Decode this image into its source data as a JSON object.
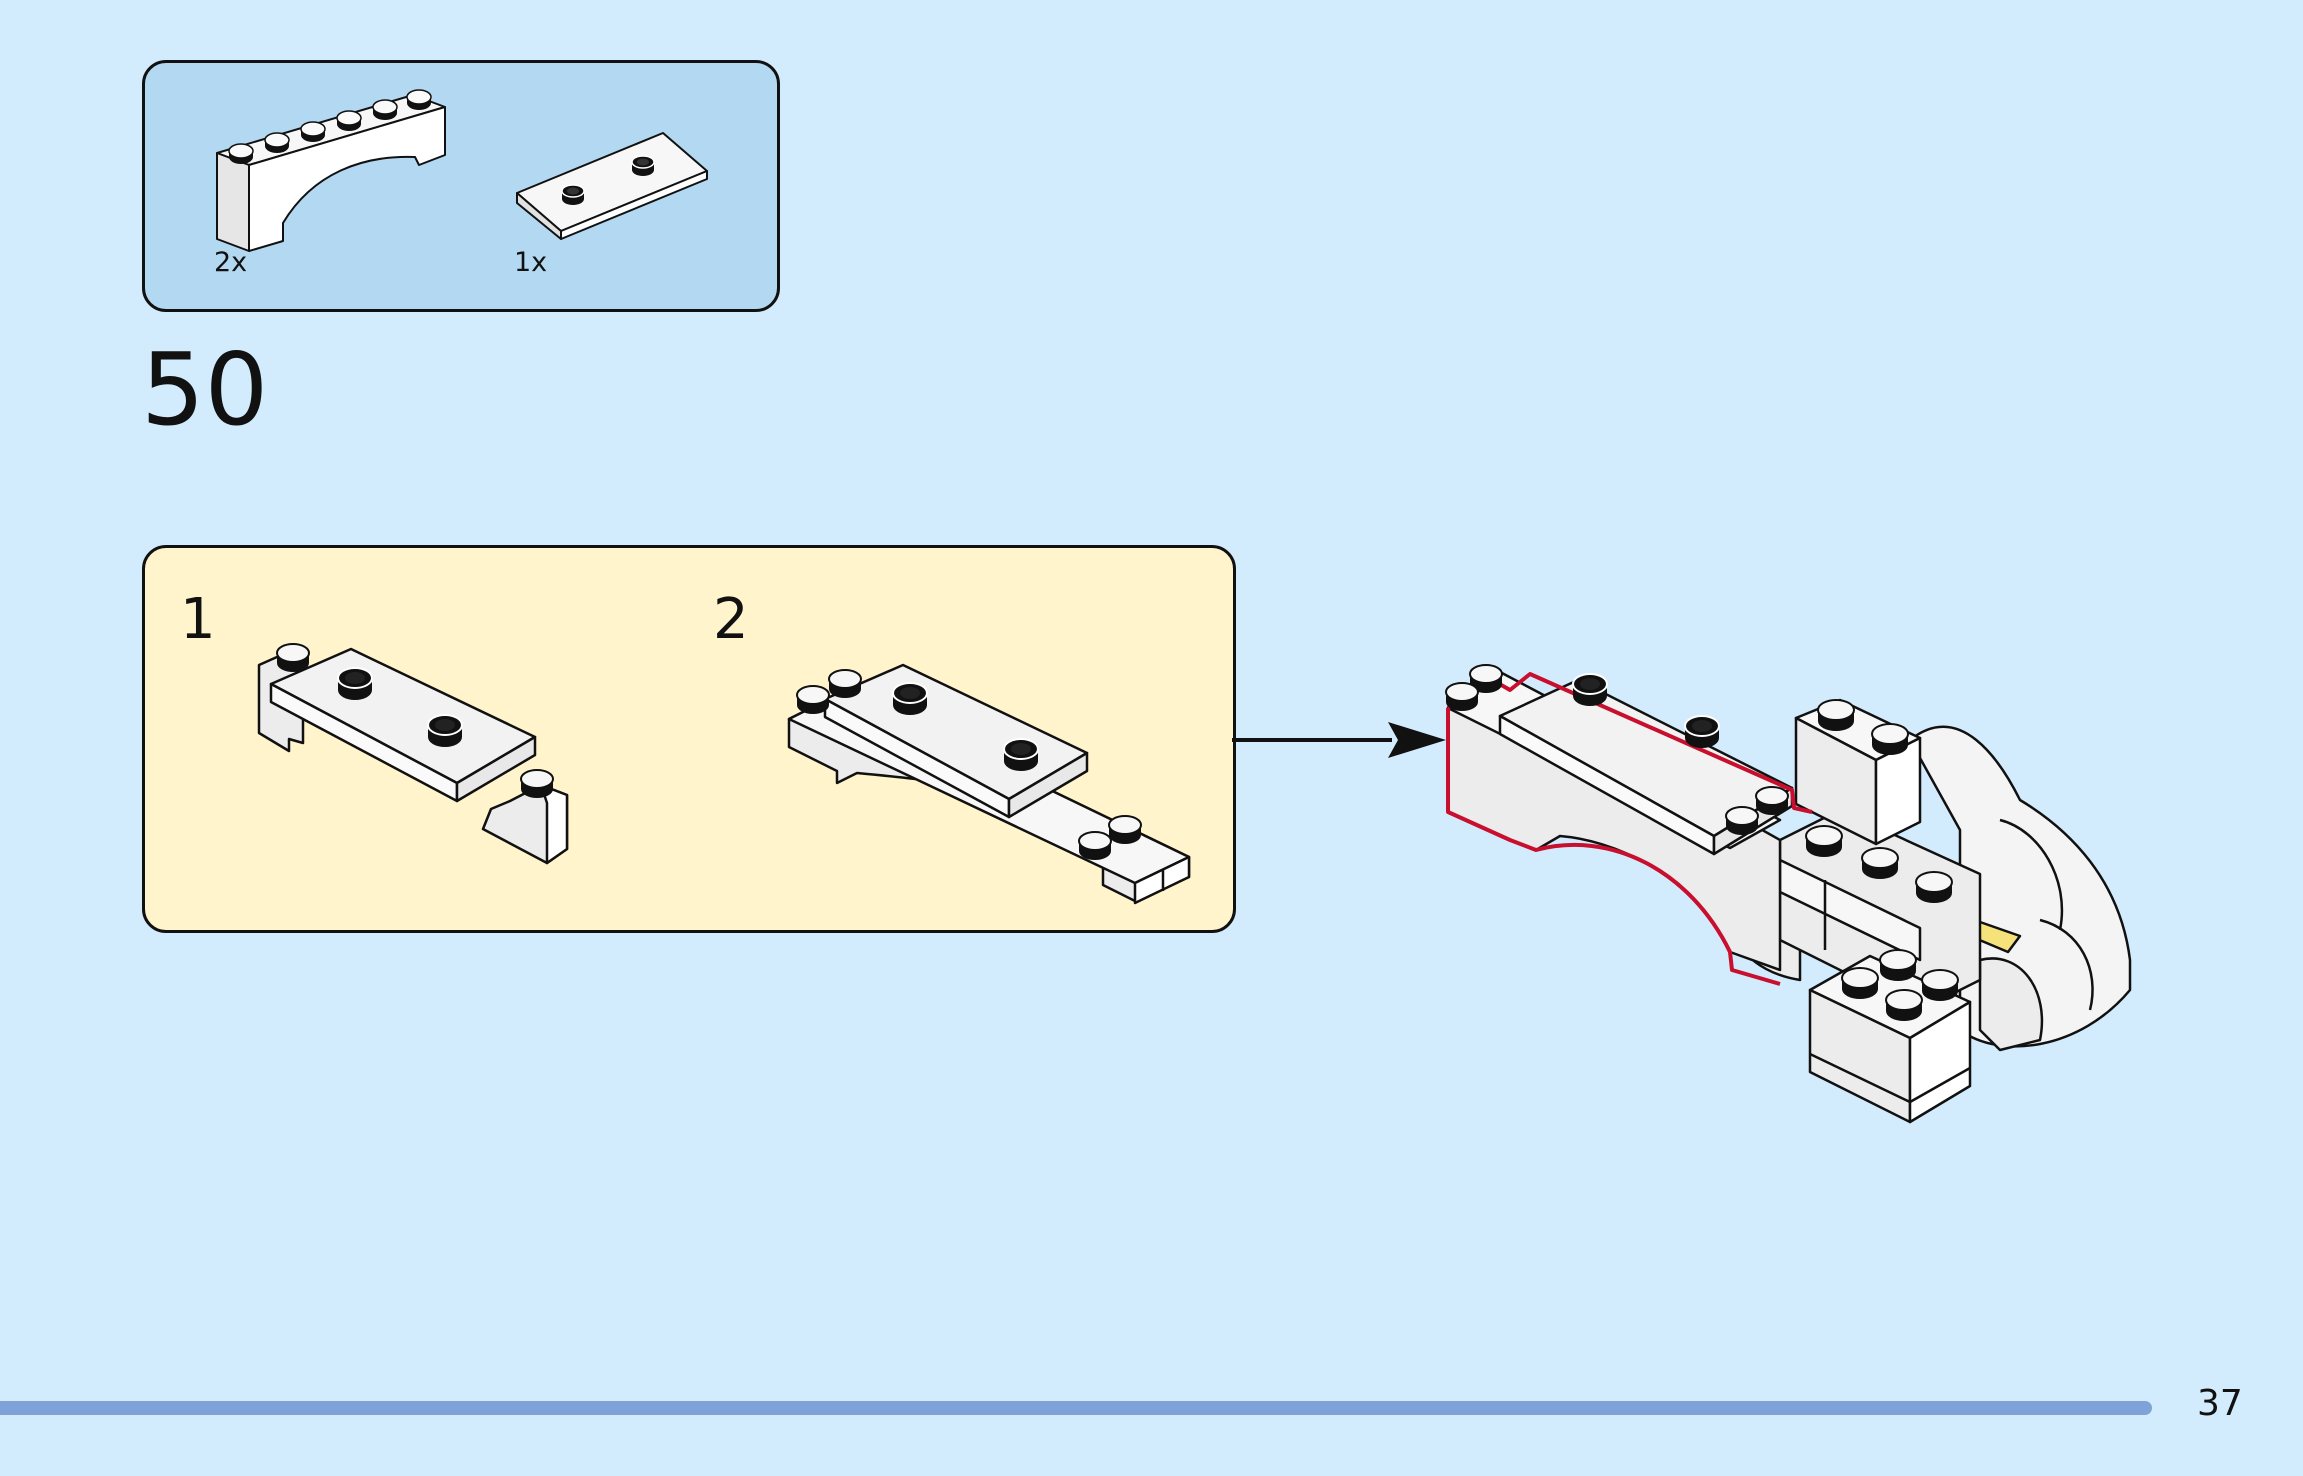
{
  "step": {
    "number": "50"
  },
  "parts_list": {
    "items": [
      {
        "name": "arch-1x6",
        "quantity": "2x",
        "color": "#ffffff"
      },
      {
        "name": "plate-1x3-2-studs",
        "quantity": "1x",
        "color": "#ffffff"
      }
    ]
  },
  "substeps": [
    {
      "number": "1"
    },
    {
      "number": "2"
    }
  ],
  "callout": {
    "arrow": "right-arrow",
    "highlight_color": "#c8102e",
    "accent_color": "#f5e27a"
  },
  "footer": {
    "page_number": "37",
    "bar_color": "#7fa3d8"
  },
  "colors": {
    "page_background": "#d3ecfd",
    "parts_box_background": "#b3d8f2",
    "substep_box_background": "#fff4cc",
    "brick_fill": "#f2f2f2",
    "outline": "#111111"
  }
}
